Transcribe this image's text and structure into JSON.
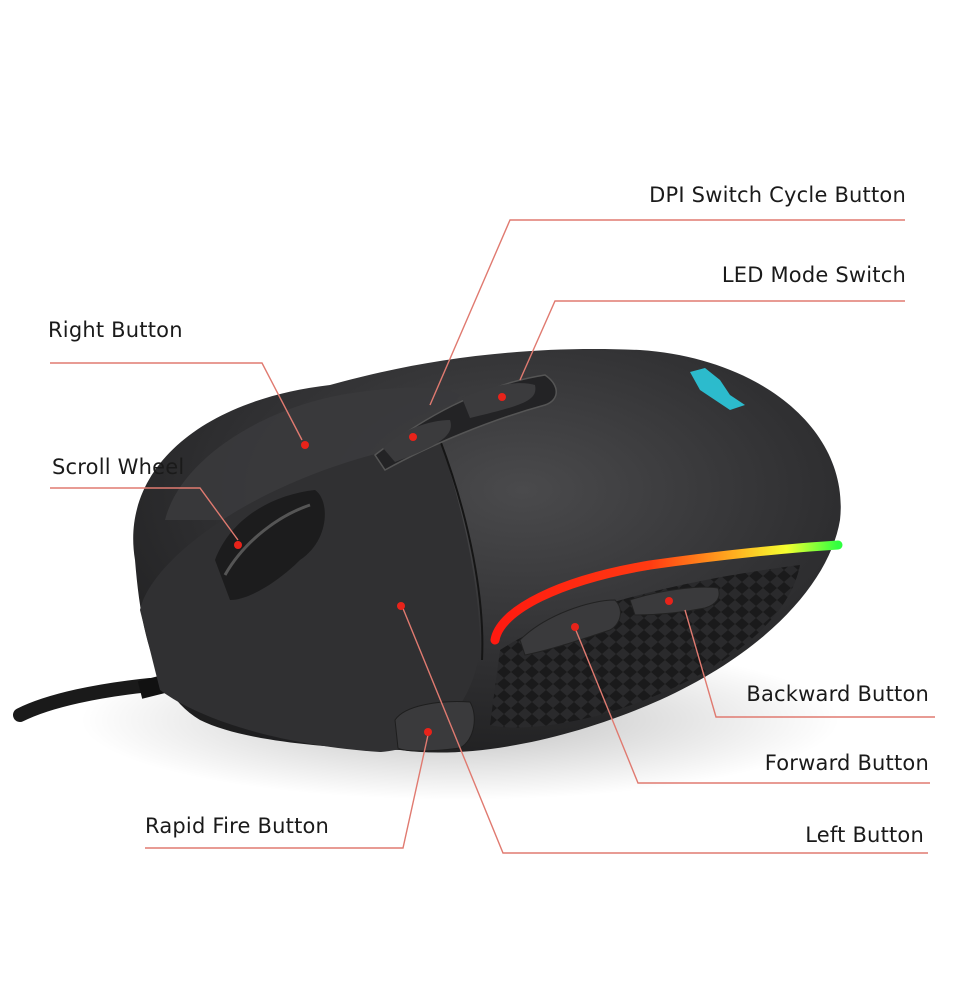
{
  "diagram": {
    "subject": "RGB gaming mouse",
    "leader_line_color": "#e07a70",
    "marker_color": "#e8231a",
    "callouts": [
      {
        "id": "dpi",
        "label": "DPI Switch Cycle Button",
        "side": "right"
      },
      {
        "id": "led",
        "label": "LED Mode Switch",
        "side": "right"
      },
      {
        "id": "right-button",
        "label": "Right Button",
        "side": "left"
      },
      {
        "id": "scroll-wheel",
        "label": "Scroll Wheel",
        "side": "left"
      },
      {
        "id": "backward",
        "label": "Backward Button",
        "side": "right"
      },
      {
        "id": "forward",
        "label": "Forward Button",
        "side": "right"
      },
      {
        "id": "rapid-fire",
        "label": "Rapid Fire Button",
        "side": "left"
      },
      {
        "id": "left-button",
        "label": "Left Button",
        "side": "right"
      }
    ]
  }
}
